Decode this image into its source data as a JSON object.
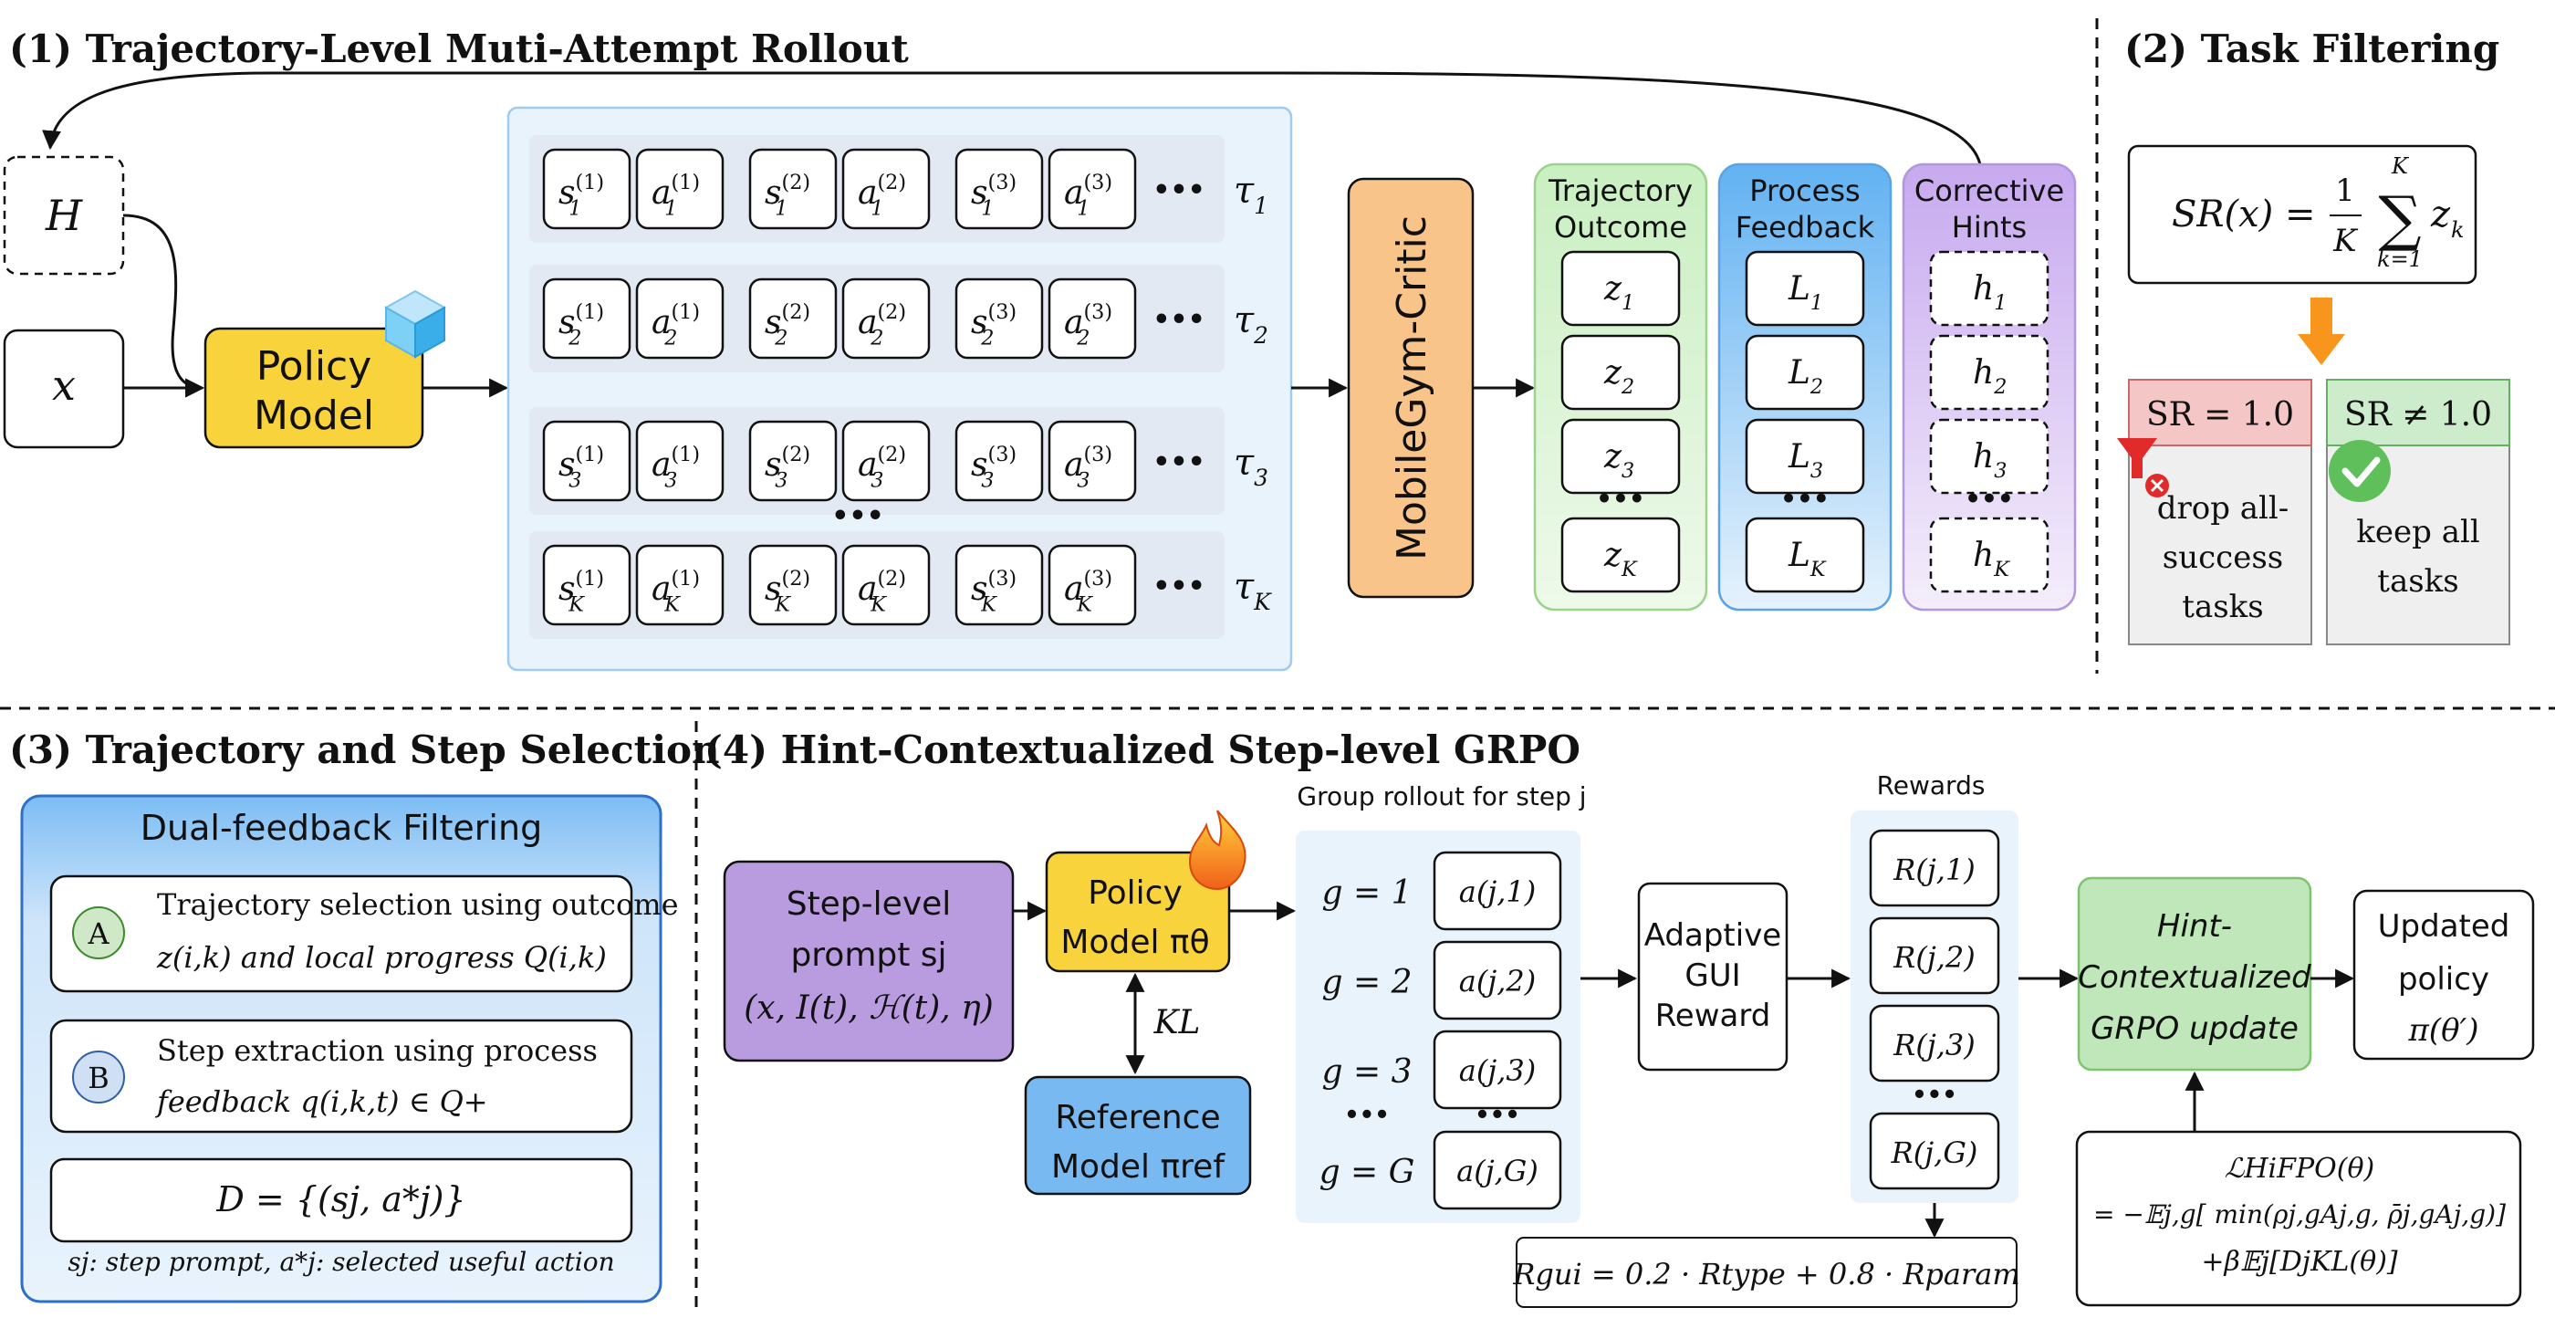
{
  "sections": {
    "rollout": "(1) Trajectory-Level Muti-Attempt Rollout",
    "filtering": "(2) Task Filtering",
    "selection": "(3) Trajectory and Step Selection",
    "grpo": "(4) Hint-Contextualized Step-level GRPO"
  },
  "rollout": {
    "history": "H",
    "task": "x",
    "policy_l1": "Policy",
    "policy_l2": "Model",
    "ellipsis": "•••",
    "rows": [
      {
        "tau": "τ",
        "sub": "1",
        "cells": [
          {
            "b": "s",
            "sub": "1",
            "sup": "(1)"
          },
          {
            "b": "a",
            "sub": "1",
            "sup": "(1)"
          },
          {
            "b": "s",
            "sub": "1",
            "sup": "(2)"
          },
          {
            "b": "a",
            "sub": "1",
            "sup": "(2)"
          },
          {
            "b": "s",
            "sub": "1",
            "sup": "(3)"
          },
          {
            "b": "a",
            "sub": "1",
            "sup": "(3)"
          }
        ]
      },
      {
        "tau": "τ",
        "sub": "2",
        "cells": [
          {
            "b": "s",
            "sub": "2",
            "sup": "(1)"
          },
          {
            "b": "a",
            "sub": "2",
            "sup": "(1)"
          },
          {
            "b": "s",
            "sub": "2",
            "sup": "(2)"
          },
          {
            "b": "a",
            "sub": "2",
            "sup": "(2)"
          },
          {
            "b": "s",
            "sub": "2",
            "sup": "(3)"
          },
          {
            "b": "a",
            "sub": "2",
            "sup": "(3)"
          }
        ]
      },
      {
        "tau": "τ",
        "sub": "3",
        "cells": [
          {
            "b": "s",
            "sub": "3",
            "sup": "(1)"
          },
          {
            "b": "a",
            "sub": "3",
            "sup": "(1)"
          },
          {
            "b": "s",
            "sub": "3",
            "sup": "(2)"
          },
          {
            "b": "a",
            "sub": "3",
            "sup": "(2)"
          },
          {
            "b": "s",
            "sub": "3",
            "sup": "(3)"
          },
          {
            "b": "a",
            "sub": "3",
            "sup": "(3)"
          }
        ]
      },
      {
        "tau": "τ",
        "sub": "K",
        "cells": [
          {
            "b": "s",
            "sub": "K",
            "sup": "(1)"
          },
          {
            "b": "a",
            "sub": "K",
            "sup": "(1)"
          },
          {
            "b": "s",
            "sub": "K",
            "sup": "(2)"
          },
          {
            "b": "a",
            "sub": "K",
            "sup": "(2)"
          },
          {
            "b": "s",
            "sub": "K",
            "sup": "(3)"
          },
          {
            "b": "a",
            "sub": "K",
            "sup": "(3)"
          }
        ]
      }
    ],
    "critic": "MobileGym-Critic",
    "columns": [
      {
        "title1": "Trajectory",
        "title2": "Outcome",
        "base": "z",
        "subs": [
          "1",
          "2",
          "3",
          "K"
        ],
        "color": "#3a9a1a"
      },
      {
        "title1": "Process",
        "title2": "Feedback",
        "base": "L",
        "subs": [
          "1",
          "2",
          "3",
          "K"
        ],
        "color": "#1f5fbf"
      },
      {
        "title1": "Corrective",
        "title2": "Hints",
        "base": "h",
        "subs": [
          "1",
          "2",
          "3",
          "K"
        ],
        "color": "#7a3fc0"
      }
    ]
  },
  "filter": {
    "lhs": "SR(x) =",
    "frac_num": "1",
    "frac_den": "K",
    "sum": "∑",
    "sum_top": "K",
    "sum_bot": "k=1",
    "term": "z",
    "term_sub": "k",
    "sr_one": "SR = 1.0",
    "sr_not": "SR ≠ 1.0",
    "drop": [
      "drop all-",
      "success",
      "tasks"
    ],
    "keep": [
      "keep all",
      "tasks"
    ]
  },
  "selection": {
    "title": "Dual-feedback Filtering",
    "a_badge": "A",
    "a_line1": "Trajectory selection using outcome",
    "a_line2": "z(i,k) and local progress Q(i,k)",
    "b_badge": "B",
    "b_line1": "Step extraction using process",
    "b_line2": "feedback q(i,k,t) ∈ Q+",
    "dataset": "D = {(sj, a*j)}",
    "note": "sj: step prompt,  a*j: selected useful action"
  },
  "grpo": {
    "prompt": [
      "Step-level",
      "prompt sj",
      "(x, I(t), ℋ(t), η)"
    ],
    "policy": [
      "Policy",
      "Model πθ"
    ],
    "kl": "KL",
    "ref": [
      "Reference",
      "Model πref"
    ],
    "group_title": "Group rollout for step j",
    "groups": [
      {
        "g": "g = 1",
        "a": "a(j,1)"
      },
      {
        "g": "g = 2",
        "a": "a(j,2)"
      },
      {
        "g": "g = 3",
        "a": "a(j,3)"
      },
      {
        "g": "g = G",
        "a": "a(j,G)"
      }
    ],
    "ellipsis": "•••",
    "reward_fn": [
      "Adaptive",
      "GUI",
      "Reward"
    ],
    "rewards_title": "Rewards",
    "rewards": [
      "R(j,1)",
      "R(j,2)",
      "R(j,3)",
      "R(j,G)"
    ],
    "gui_formula": "Rgui = 0.2 · Rtype + 0.8 · Rparam",
    "update": [
      "Hint-",
      "Contextualized",
      "GRPO update"
    ],
    "updated": [
      "Updated",
      "policy",
      "π(θ′)"
    ],
    "loss": [
      "ℒHiFPO(θ)",
      "= −𝔼j,g[ min(ρj,gAj,g, ρ̄j,gAj,g)]",
      "+β𝔼j[DjKL(θ)]"
    ]
  },
  "colors": {
    "policy_fill": "#f9d33c",
    "critic_fill": "#f9c48a",
    "panel_blue": "#e9f3fb",
    "row_gray": "#e3e9f2",
    "drop_head": "#f4c6c6",
    "keep_head": "#cdeccb",
    "prompt_purple": "#b99ce0",
    "ref_blue": "#79b9f2",
    "update_green": "#bfe7b9",
    "arrow_orange": "#f7951c"
  }
}
